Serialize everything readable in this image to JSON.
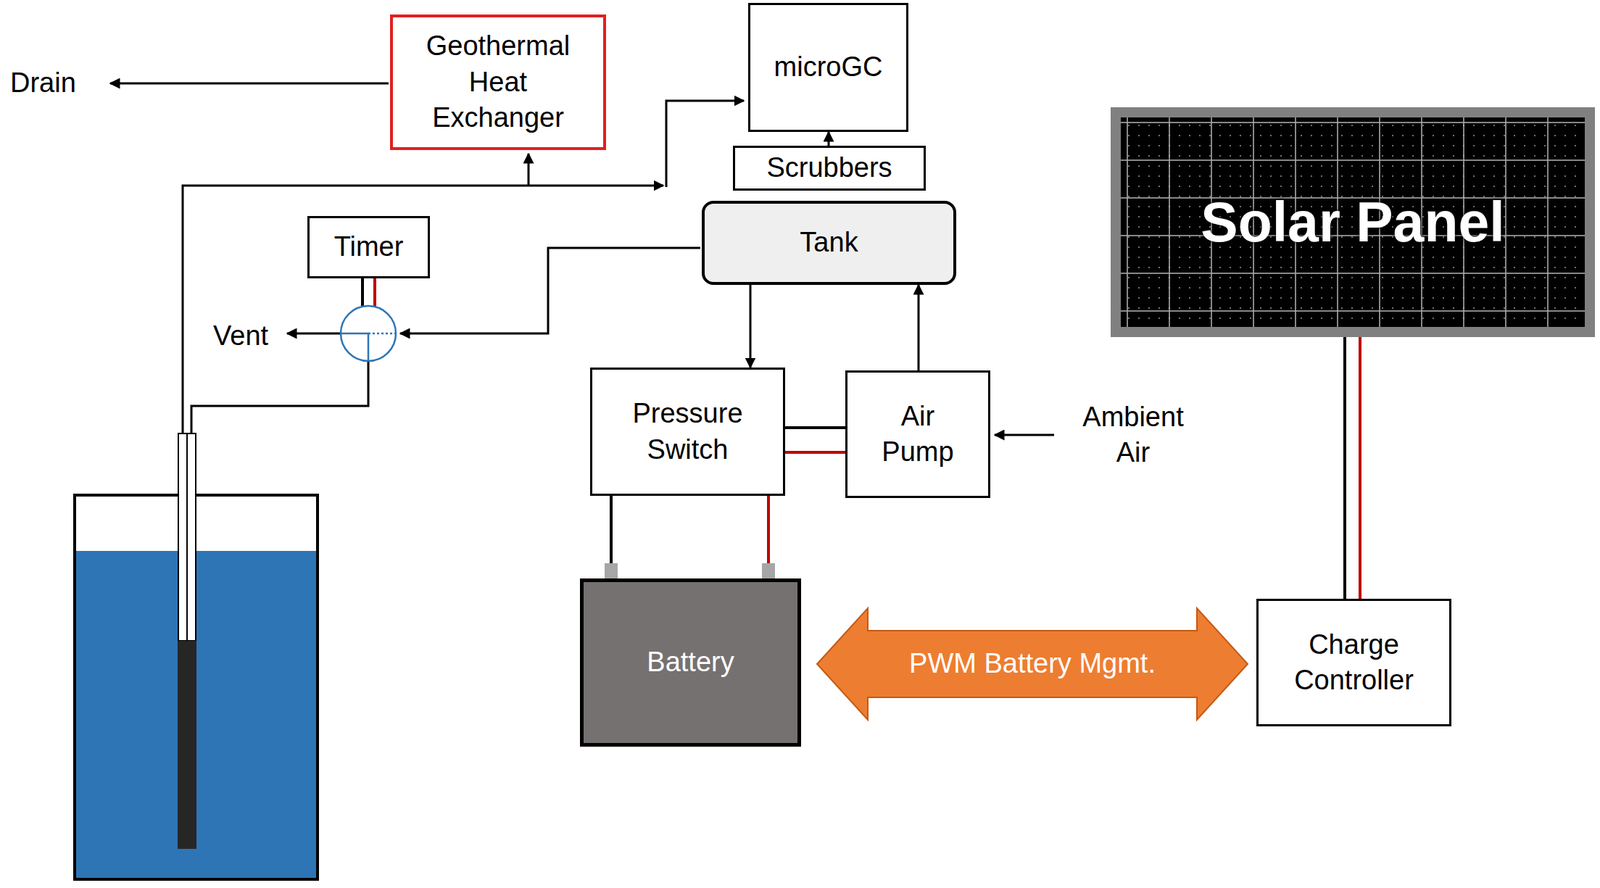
{
  "diagram": {
    "nodes": [
      {
        "text": [
          "Geothermal Heat Exchanger"
        ]
      },
      {
        "text": [
          "microGC"
        ]
      },
      {
        "text": [
          "Scrubbers"
        ]
      },
      {
        "text": [
          "Solar Panel"
        ]
      },
      {
        "text": [
          "Timer"
        ]
      },
      {
        "text": [
          "Tank"
        ]
      },
      {
        "text": [
          "Pressure Switch"
        ]
      },
      {
        "text": [
          "Air Pump"
        ]
      },
      {
        "text": [
          "Battery"
        ]
      },
      {
        "text": [
          "Charge Controller"
        ]
      }
    ],
    "edges": [
      {
        "from": 2,
        "to": 1,
        "arrow": "to"
      },
      {
        "from": 5,
        "to": 6,
        "arrow": "to"
      },
      {
        "from": 7,
        "to": 5,
        "arrow": "to"
      },
      {
        "from": 6,
        "to": 7,
        "arrow": "none"
      },
      {
        "from": 6,
        "to": 7,
        "arrow": "none"
      },
      {
        "from": 6,
        "to": 8,
        "arrow": "none"
      },
      {
        "from": 6,
        "to": 8,
        "arrow": "none"
      },
      {
        "from": 3,
        "to": 9,
        "arrow": "none"
      },
      {
        "from": 3,
        "to": 9,
        "arrow": "none"
      },
      {
        "from": 8,
        "to": 9,
        "label": "PWM Battery Mgmt.",
        "arrow": "both"
      }
    ],
    "labels": [
      "Drain",
      "Vent",
      "Ambient Air"
    ]
  }
}
